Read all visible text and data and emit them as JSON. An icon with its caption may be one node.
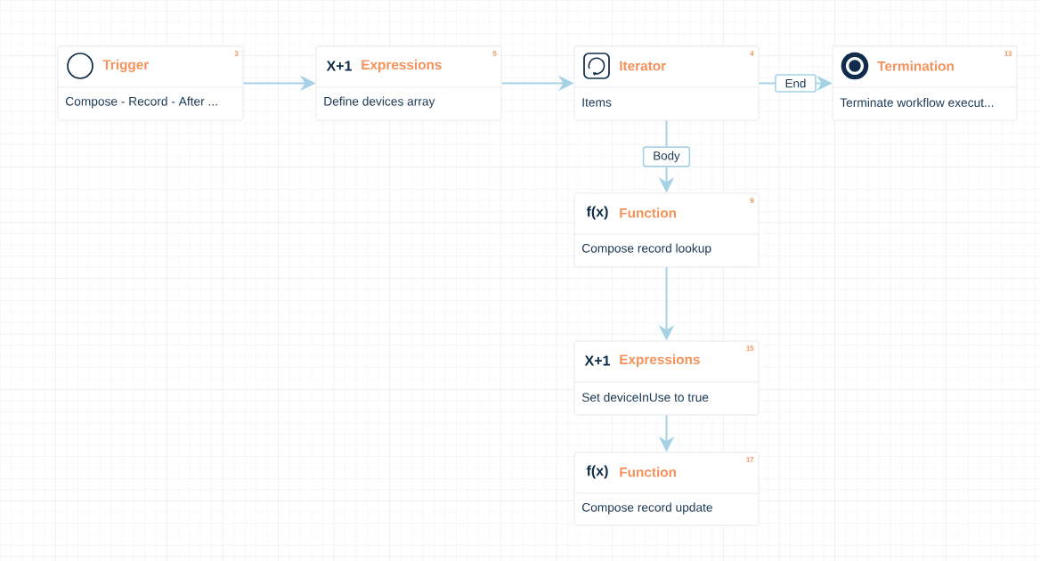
{
  "diagram": {
    "nodes": [
      {
        "text": [
          "Trigger",
          "3",
          "Compose - Record - After ..."
        ]
      },
      {
        "text": [
          "X+1",
          "Expressions",
          "5",
          "Define devices array"
        ]
      },
      {
        "text": [
          "Iterator",
          "4",
          "Items"
        ]
      },
      {
        "text": [
          "Termination",
          "13",
          "Terminate workflow execut..."
        ]
      },
      {
        "text": [
          "f(x)",
          "Function",
          "9",
          "Compose record lookup"
        ]
      },
      {
        "text": [
          "X+1",
          "Expressions",
          "15",
          "Set deviceInUse to true"
        ]
      },
      {
        "text": [
          "f(x)",
          "Function",
          "17",
          "Compose record update"
        ]
      }
    ],
    "edges": [
      {
        "from": 0,
        "to": 1,
        "arrow": "to"
      },
      {
        "from": 1,
        "to": 2,
        "arrow": "to"
      },
      {
        "from": 2,
        "to": 3,
        "arrow": "to",
        "label": "End"
      },
      {
        "from": 2,
        "to": 4,
        "arrow": "to",
        "label": "Body"
      },
      {
        "from": 4,
        "to": 5,
        "arrow": "to"
      },
      {
        "from": 5,
        "to": 6,
        "arrow": "to"
      }
    ]
  }
}
